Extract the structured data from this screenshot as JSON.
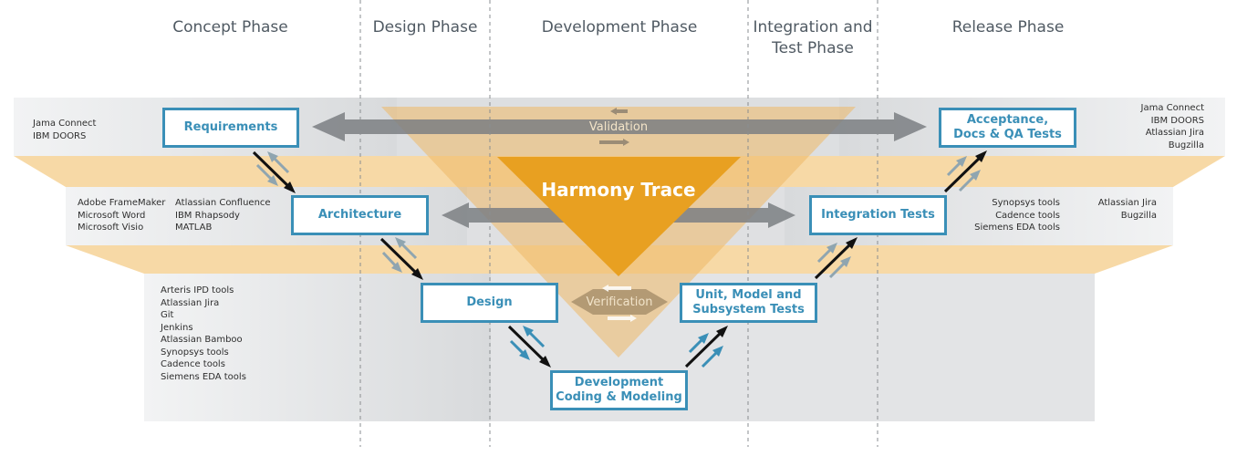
{
  "phases": [
    {
      "label": "Concept Phase"
    },
    {
      "label": "Design Phase"
    },
    {
      "label": "Development Phase"
    },
    {
      "label": "Integration and\nTest Phase"
    },
    {
      "label": "Release Phase"
    }
  ],
  "center": {
    "title": "Harmony Trace",
    "validation": "Validation",
    "verification": "Verification"
  },
  "steps": {
    "requirements": "Requirements",
    "architecture": "Architecture",
    "design": "Design",
    "development": "Development\nCoding & Modeling",
    "unit_tests": "Unit, Model and\nSubsystem Tests",
    "integration_tests": "Integration Tests",
    "acceptance": "Acceptance,\nDocs & QA Tests"
  },
  "tools": {
    "requirements_left": [
      "Jama Connect",
      "IBM DOORS"
    ],
    "architecture_left_1": [
      "Adobe FrameMaker",
      "Microsoft Word",
      "Microsoft Visio"
    ],
    "architecture_left_2": [
      "Atlassian Confluence",
      "IBM Rhapsody",
      "MATLAB"
    ],
    "design_left": [
      "Arteris IPD tools",
      "Atlassian Jira",
      "Git",
      "Jenkins",
      "Atlassian Bamboo",
      "Synopsys tools",
      "Cadence tools",
      "Siemens EDA tools"
    ],
    "acceptance_right": [
      "Jama Connect",
      "IBM DOORS",
      "Atlassian Jira",
      "Bugzilla"
    ],
    "integration_right_1": [
      "Synopsys tools",
      "Cadence tools",
      "Siemens EDA tools"
    ],
    "integration_right_2": [
      "Atlassian Jira",
      "Bugzilla"
    ]
  },
  "colors": {
    "accent_blue": "#3a8fb7",
    "harmony_orange": "#e8a021",
    "band_orange": "#f7d9a6",
    "arrow_gray": "#7b7f83",
    "text_dark": "#2e2e2e",
    "phase_text": "#505a63"
  }
}
